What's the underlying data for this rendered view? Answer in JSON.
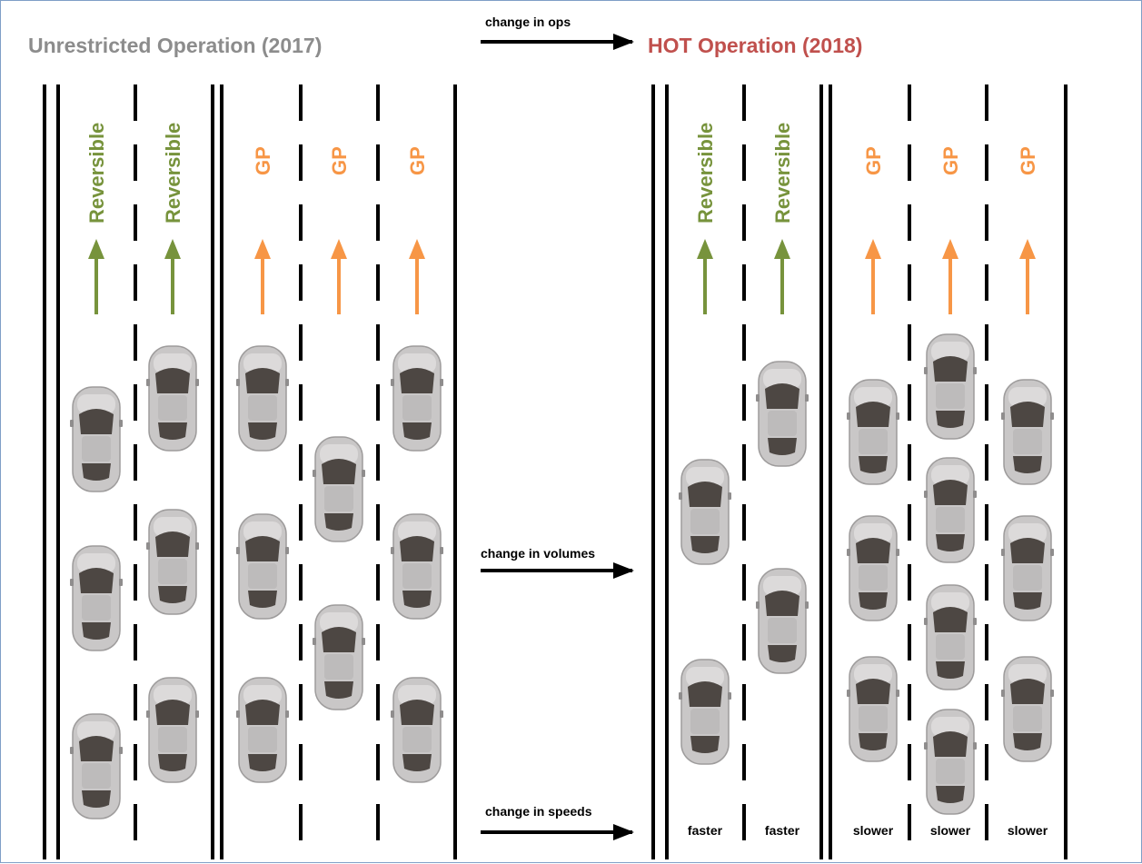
{
  "titles": {
    "before": "Unrestricted Operation (2017)",
    "after": "HOT Operation (2018)"
  },
  "transitions": {
    "ops": "change in ops",
    "volumes": "change in volumes",
    "speeds": "change in speeds"
  },
  "colors": {
    "before_title": "#8c8c8c",
    "after_title": "#c0504d",
    "reversible": "#77933c",
    "gp": "#f79646",
    "frame": "#7f9fc7",
    "car_body": "#c9c7c7",
    "car_glass": "#4d4743"
  },
  "before": {
    "lanes": [
      {
        "label": "Reversible",
        "type": "reversible"
      },
      {
        "label": "Reversible",
        "type": "reversible"
      },
      {
        "label": "GP",
        "type": "gp"
      },
      {
        "label": "GP",
        "type": "gp"
      },
      {
        "label": "GP",
        "type": "gp"
      }
    ]
  },
  "after": {
    "lanes": [
      {
        "label": "Reversible",
        "type": "reversible",
        "speed": "faster"
      },
      {
        "label": "Reversible",
        "type": "reversible",
        "speed": "faster"
      },
      {
        "label": "GP",
        "type": "gp",
        "speed": "slower"
      },
      {
        "label": "GP",
        "type": "gp",
        "speed": "slower"
      },
      {
        "label": "GP",
        "type": "gp",
        "speed": "slower"
      }
    ]
  },
  "icons": [
    "car-icon",
    "arrow-up-icon",
    "arrow-right-icon"
  ]
}
